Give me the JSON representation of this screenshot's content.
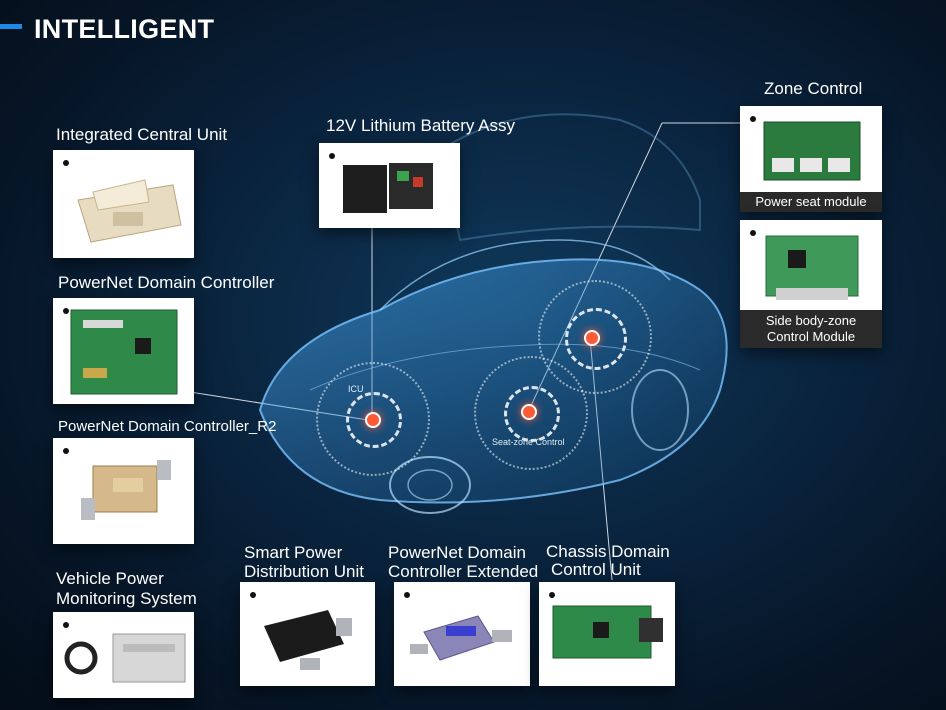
{
  "page": {
    "title": "INTELLIGENT"
  },
  "labels": {
    "integrated_central_unit": "Integrated Central Unit",
    "battery": "12V Lithium Battery Assy",
    "zone_control": "Zone Control",
    "powernet_domain_controller": "PowerNet Domain Controller",
    "powernet_domain_controller_r2": "PowerNet Domain Controller_R2",
    "vehicle_power_monitoring": [
      "Vehicle Power",
      "Monitoring System"
    ],
    "smart_power_distribution": [
      "Smart Power",
      "Distribution Unit"
    ],
    "powernet_extended": [
      "PowerNet Domain",
      "Controller Extended"
    ],
    "chassis_domain": [
      "Chassis Domain",
      "Control Unit"
    ]
  },
  "captions": {
    "power_seat_module": "Power seat module",
    "side_body_zone": [
      "Side body-zone",
      "Control Module"
    ]
  },
  "car_zones": {
    "icu": "ICU",
    "seat_zone": "Seat-zone Control"
  },
  "colors": {
    "accent": "#1e88e5",
    "marker": "#ff5a36"
  }
}
